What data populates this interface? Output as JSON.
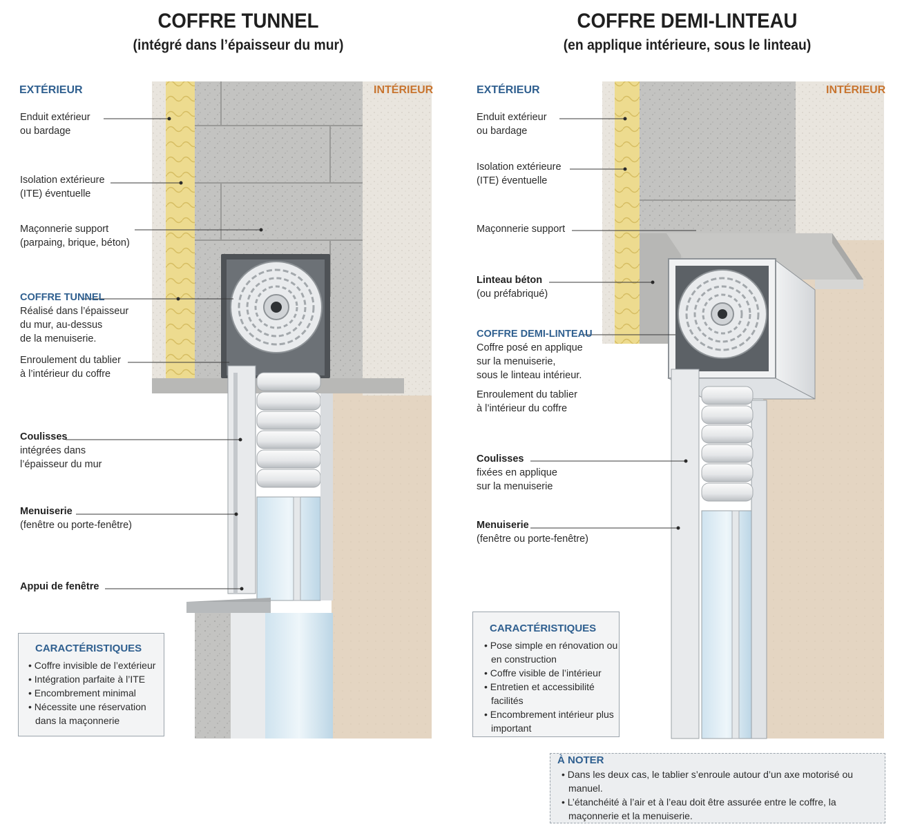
{
  "left": {
    "title": "COFFRE TUNNEL",
    "subtitle": "(intégré dans l’épaisseur du mur)",
    "exterior_label": "EXTÉRIEUR",
    "interior_label": "INTÉRIEUR",
    "labels": {
      "enduit": [
        "Enduit extérieur",
        "ou bardage"
      ],
      "isolation": [
        "Isolation extérieure",
        "(ITE) éventuelle"
      ],
      "maconnerie": [
        "Maçonnerie support",
        "(parpaing, brique, béton)"
      ],
      "coffre_heading": "COFFRE TUNNEL",
      "coffre": [
        "Réalisé dans l’épaisseur",
        "du mur, au-dessus",
        "de la menuiserie."
      ],
      "enroulement": [
        "Enroulement du tablier",
        "à l’intérieur du coffre"
      ],
      "coulisses_heading": "Coulisses",
      "coulisses": [
        "intégrées dans",
        "l’épaisseur du mur"
      ],
      "menuiserie_heading": "Menuiserie",
      "menuiserie": "(fenêtre ou porte-fenêtre)",
      "appui_heading": "Appui de fenêtre"
    },
    "features_title": "CARACTÉRISTIQUES",
    "features": [
      "Coffre invisible de l’extérieur",
      "Intégration parfaite à l’ITE",
      "Encombrement minimal",
      "Nécessite une réservation dans la maçonnerie"
    ]
  },
  "right": {
    "title": "COFFRE DEMI-LINTEAU",
    "subtitle": "(en applique intérieure, sous le linteau)",
    "exterior_label": "EXTÉRIEUR",
    "interior_label": "INTÉRIEUR",
    "labels": {
      "enduit": [
        "Enduit extérieur",
        "ou bardage"
      ],
      "isolation": [
        "Isolation extérieure",
        "(ITE) éventuelle"
      ],
      "maconnerie": "Maçonnerie support",
      "linteau_heading": "Linteau béton",
      "linteau": "(ou préfabriqué)",
      "coffre_heading": "COFFRE DEMI-LINTEAU",
      "coffre": [
        "Coffre posé en applique",
        "sur la menuiserie,",
        "sous le linteau intérieur."
      ],
      "enroulement": [
        "Enroulement du tablier",
        "à l’intérieur du coffre"
      ],
      "coulisses_heading": "Coulisses",
      "coulisses": [
        "fixées en applique",
        "sur la menuiserie"
      ],
      "menuiserie_heading": "Menuiserie",
      "menuiserie": "(fenêtre ou porte-fenêtre)"
    },
    "features_title": "CARACTÉRISTIQUES",
    "features": [
      "Pose simple en rénovation ou en construction",
      "Coffre visible de l’intérieur",
      "Entretien et accessibilité facilités",
      "Encombrement intérieur plus important"
    ]
  },
  "note": {
    "title": "À NOTER",
    "items": [
      "Dans les deux cas, le tablier s’enroule autour d’un axe motorisé ou manuel.",
      "L’étanchéité à l’air et à l’eau doit être assurée entre le coffre, la maçonnerie et la menuiserie."
    ]
  },
  "colors": {
    "exterior_blue": "#2f5f8f",
    "interior_orange": "#c87530",
    "insulation_yellow": "#ecd98a",
    "masonry_grey": "#bdbdbb",
    "plaster_beige": "#e6d8c6"
  }
}
